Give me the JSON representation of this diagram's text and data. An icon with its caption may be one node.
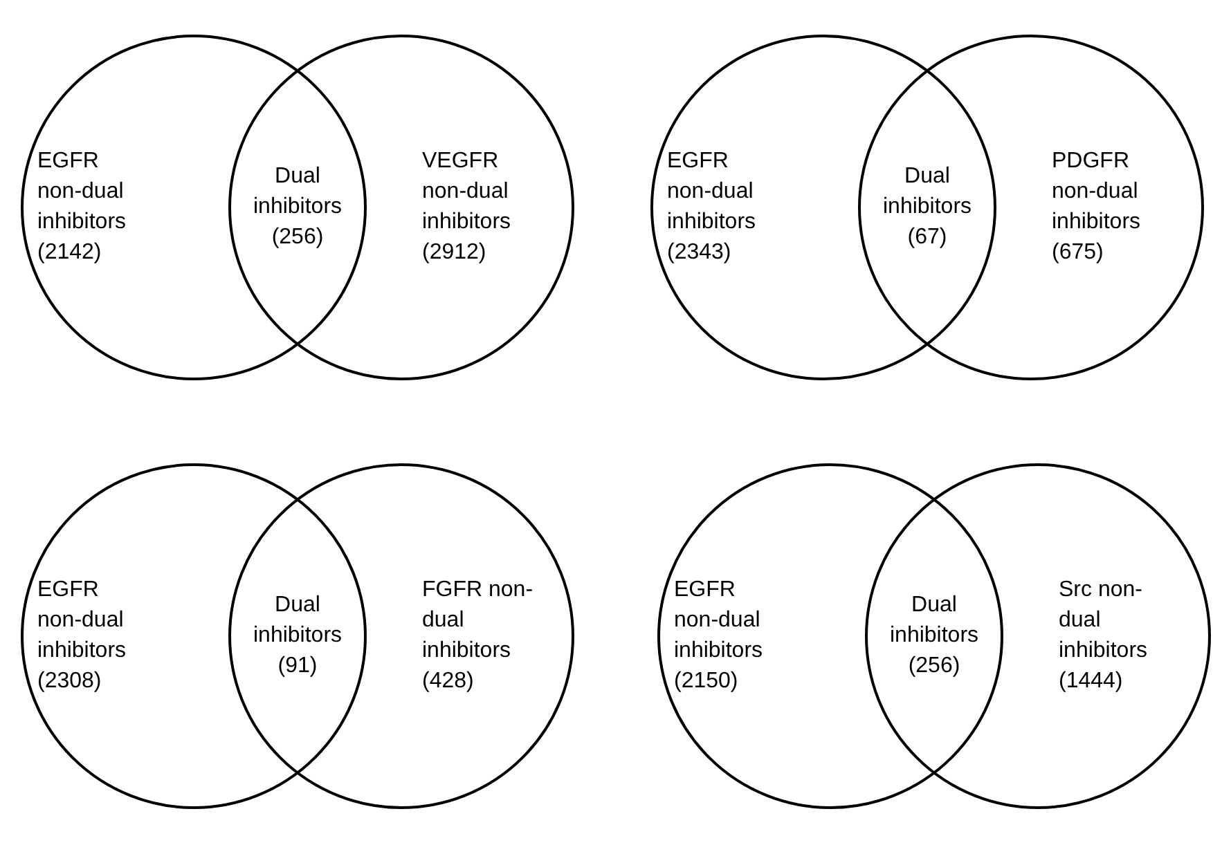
{
  "diagram": {
    "nodes": [
      {
        "text": [
          "EGFR non-dual inhibitors (2142)"
        ]
      },
      {
        "text": [
          "Dual inhibitors (256)"
        ]
      },
      {
        "text": [
          "VEGFR non-dual inhibitors (2912)"
        ]
      },
      {
        "text": [
          "EGFR non-dual inhibitors (2343)"
        ]
      },
      {
        "text": [
          "Dual inhibitors (67)"
        ]
      },
      {
        "text": [
          "PDGFR non-dual inhibitors (675)"
        ]
      },
      {
        "text": [
          "EGFR non-dual inhibitors (2308)"
        ]
      },
      {
        "text": [
          "Dual inhibitors (91)"
        ]
      },
      {
        "text": [
          "FGFR non-dual inhibitors (428)"
        ]
      },
      {
        "text": [
          "EGFR non-dual inhibitors (2150)"
        ]
      },
      {
        "text": [
          "Dual inhibitors (256)"
        ]
      },
      {
        "text": [
          "Src non-dual inhibitors (1444)"
        ]
      }
    ]
  }
}
